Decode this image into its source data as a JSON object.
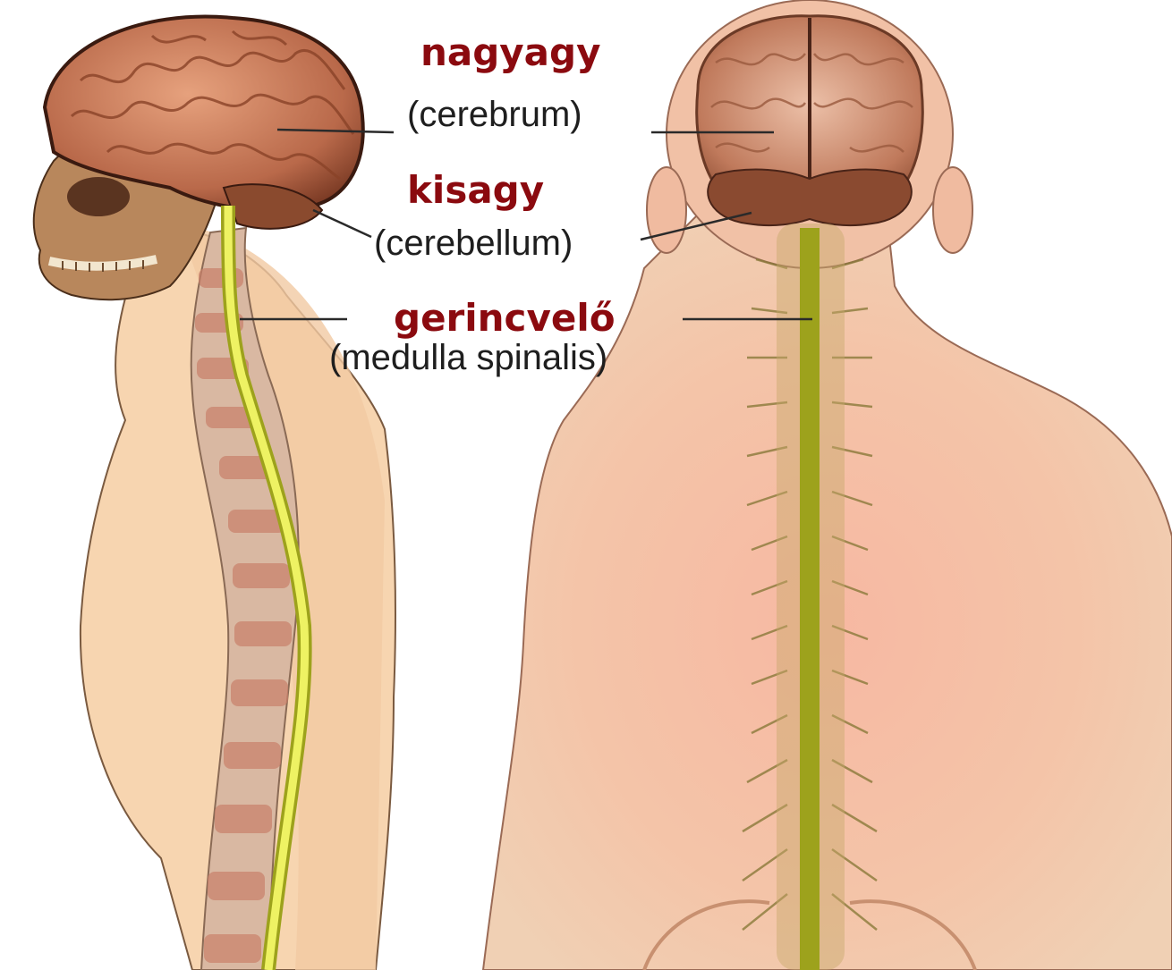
{
  "labels": {
    "cerebrum": {
      "hungarian": "nagyagy",
      "latin": "(cerebrum)"
    },
    "cerebellum": {
      "hungarian": "kisagy",
      "latin": "(cerebellum)"
    },
    "spinal_cord": {
      "hungarian": "gerincvelő",
      "latin": "(medulla spinalis)"
    }
  },
  "colors": {
    "hungarian_label": "#8b0a0f",
    "latin_label": "#1e1e1e",
    "skin": "#f2c3a2",
    "brain": "#b9694a",
    "spinal_cord": "#e8ef4a"
  },
  "illustrations": {
    "side_view": "human-side-view-nervous-system",
    "back_view": "human-back-view-nervous-system"
  }
}
